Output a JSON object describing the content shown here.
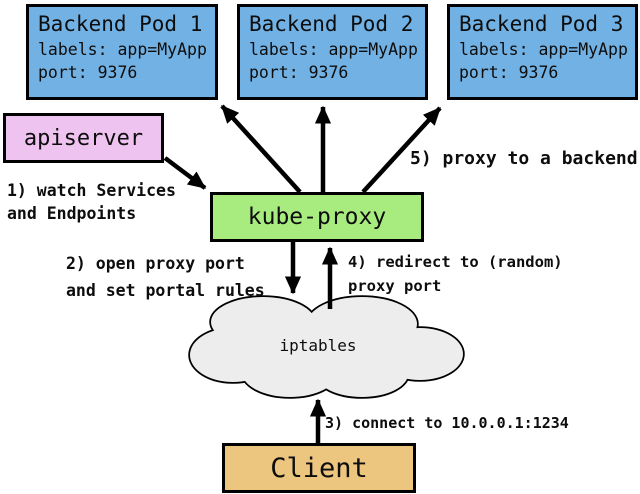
{
  "diagram": {
    "pods": [
      {
        "title": "Backend Pod 1",
        "labels_line": "labels: app=MyApp",
        "port_line": "port: 9376"
      },
      {
        "title": "Backend Pod 2",
        "labels_line": "labels: app=MyApp",
        "port_line": "port: 9376"
      },
      {
        "title": "Backend Pod 3",
        "labels_line": "labels: app=MyApp",
        "port_line": "port: 9376"
      }
    ],
    "apiserver": {
      "label": "apiserver"
    },
    "kube_proxy": {
      "label": "kube-proxy"
    },
    "iptables": {
      "label": "iptables"
    },
    "client": {
      "label": "Client"
    },
    "annotations": {
      "step1": "1) watch Services\nand Endpoints",
      "step2": "2) open proxy port\nand set portal rules",
      "step3": "3) connect to 10.0.0.1:1234",
      "step4": "4) redirect to (random)\nproxy port",
      "step5": "5) proxy to a backend"
    },
    "colors": {
      "pod_fill": "#72b1e3",
      "apiserver_fill": "#efc3ef",
      "kube_proxy_fill": "#a8ec7f",
      "client_fill": "#ecc57f",
      "cloud_fill": "#ededed",
      "border": "#000000",
      "background": "#ffffff"
    }
  }
}
